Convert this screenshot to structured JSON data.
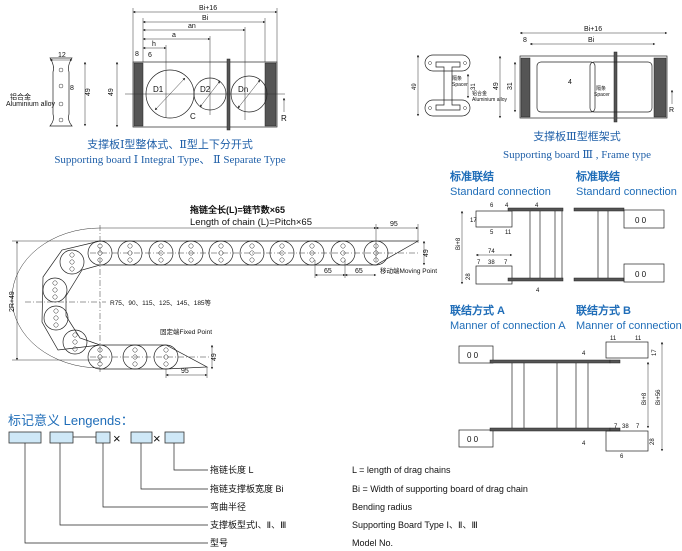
{
  "type1": {
    "profile": {
      "width": "12",
      "hole_pitch": "8",
      "height": "49",
      "material_cn": "铝合金",
      "material_en": "Aluminium alloy"
    },
    "dims": {
      "outer": "Bi+16",
      "inner": "Bi",
      "an": "an",
      "a": "a",
      "h": "h",
      "side": "8",
      "offset": "6",
      "height": "49",
      "c": "C",
      "r": "R"
    },
    "holes": [
      "D1",
      "D2",
      "Dn"
    ],
    "caption_cn": "支撑板Ⅰ型整体式、Ⅱ型上下分开式",
    "caption_en": "Supporting board Ⅰ Integral Type、 Ⅱ Separate Type"
  },
  "type3": {
    "profile": {
      "height": "49",
      "inner": "31",
      "spacer_cn": "隔条",
      "spacer_en": "Spacer",
      "material_cn": "铝合金",
      "material_en": "Aluminium alloy"
    },
    "dims": {
      "outer": "Bi+16",
      "inner": "Bi",
      "side": "8",
      "height": "49",
      "inner_height": "31",
      "spacer_w": "4",
      "r": "R"
    },
    "spacer_cn": "隔条",
    "spacer_en": "Spacer",
    "caption_cn": "支撑板Ⅲ型框架式",
    "caption_en": "Supporting board Ⅲ , Frame type"
  },
  "chain": {
    "length_cn": "拖链全长(L)=链节数×65",
    "length_en": "Length of chain (L)=Pitch×65",
    "end_len": "95",
    "end_height": "49",
    "pitch": "65",
    "moving_point": "移动端Moving Point",
    "fixed_point": "固定端Fixed Point",
    "height_label": "2R+49",
    "radius_label": "R75、90、115、125、145、185等"
  },
  "connections": {
    "standard_cn": "标准联结",
    "standard_en": "Standard connection",
    "a_cn": "联结方式 A",
    "a_en": "Manner of connection A",
    "b_cn": "联结方式 B",
    "b_en": "Manner of connection B",
    "dims": {
      "d6": "6",
      "d4": "4",
      "d17": "17",
      "d5": "5",
      "d11": "11",
      "d74": "74",
      "d7": "7",
      "d38": "38",
      "d28": "28",
      "bi8": "Bi+8",
      "bi56": "Bi+56"
    },
    "hole_glyph": "0  0"
  },
  "legend": {
    "title": "标记意义 Lengends：",
    "times": "×",
    "items": [
      {
        "cn": "拖链长度 L",
        "en": "L = length of drag chains"
      },
      {
        "cn": "拖链支撑板宽度 Bi",
        "en": "Bi = Width of supporting board of drag chain"
      },
      {
        "cn": "弯曲半径",
        "en": "Bending radius"
      },
      {
        "cn": "支撑板型式Ⅰ、Ⅱ、Ⅲ",
        "en": "Supporting Board Type Ⅰ、Ⅱ、Ⅲ"
      },
      {
        "cn": "型号",
        "en": "Model No."
      }
    ],
    "box_color": "#cfe8f7"
  },
  "colors": {
    "caption": "#1f5fa8",
    "heading": "#1f6db8"
  }
}
